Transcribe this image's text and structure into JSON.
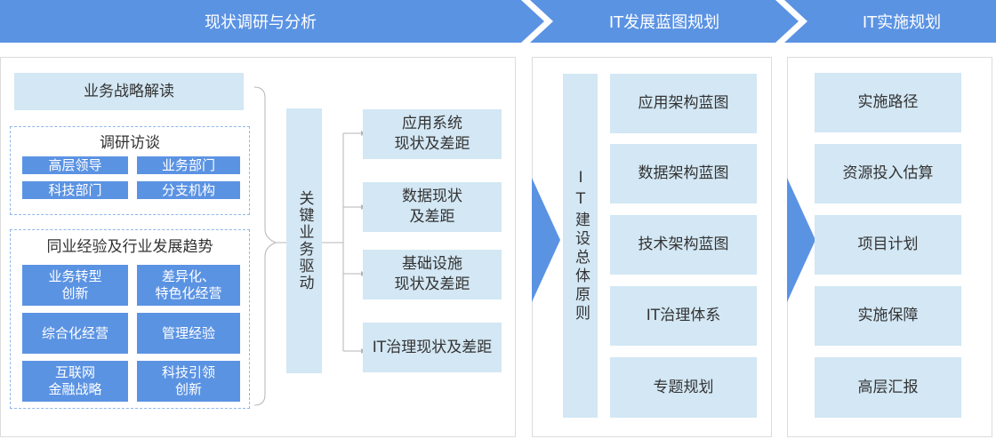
{
  "header": {
    "phase1": "现状调研与分析",
    "phase2": "IT发展蓝图规划",
    "phase3": "IT实施规划"
  },
  "analysis": {
    "strategy": "业务战略解读",
    "interview": {
      "title": "调研访谈",
      "items": [
        "高层领导",
        "业务部门",
        "科技部门",
        "分支机构"
      ]
    },
    "industry": {
      "title": "同业经验及行业发展趋势",
      "items": [
        [
          "业务转型",
          "创新"
        ],
        [
          "差异化、",
          "特色化经营"
        ],
        [
          "综合化经营"
        ],
        [
          "管理经验"
        ],
        [
          "互联网",
          "金融战略"
        ],
        [
          "科技引领",
          "创新"
        ]
      ]
    },
    "driver": "关键业务驱动",
    "gaps": [
      [
        "应用系统",
        "现状及差距"
      ],
      [
        "数据现状",
        "及差距"
      ],
      [
        "基础设施",
        "现状及差距"
      ],
      [
        "IT治理现状及差距"
      ]
    ]
  },
  "blueprint": {
    "principle": "IT建设总体原则",
    "items": [
      "应用架构蓝图",
      "数据架构蓝图",
      "技术架构蓝图",
      "IT治理体系",
      "专题规划"
    ]
  },
  "implementation": {
    "items": [
      "实施路径",
      "资源投入估算",
      "项目计划",
      "实施保障",
      "高层汇报"
    ]
  },
  "colors": {
    "accent": "#5b93e3",
    "light": "#d3e7f4",
    "dashed": "#8fb6ea",
    "line": "#b5b5b5"
  }
}
